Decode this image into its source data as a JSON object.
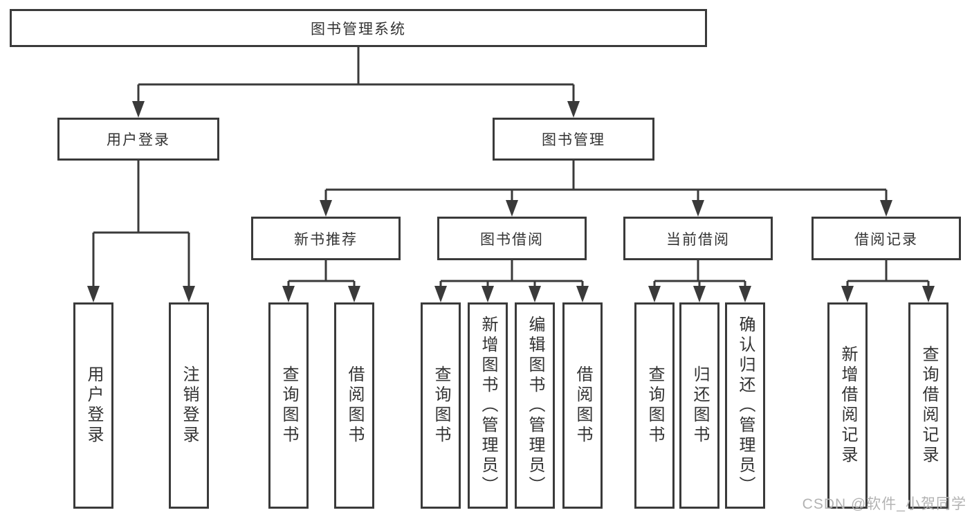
{
  "nodes": {
    "root": "图书管理系统",
    "level1": [
      "用户登录",
      "图书管理"
    ],
    "level2": [
      "新书推荐",
      "图书借阅",
      "当前借阅",
      "借阅记录"
    ],
    "leaves": {
      "user": [
        "用户登录",
        "注销登录"
      ],
      "recommend": [
        "查询图书",
        "借阅图书"
      ],
      "borrow": [
        "查询图书",
        "新增图书（管理员）",
        "编辑图书（管理员）",
        "借阅图书"
      ],
      "current": [
        "查询图书",
        "归还图书",
        "确认归还（管理员）"
      ],
      "records": [
        "新增借阅记录",
        "查询借阅记录"
      ]
    }
  },
  "watermark": {
    "text": "CSDN @软件_小贺同学"
  },
  "colors": {
    "line": "#3a3a3a",
    "text": "#333333",
    "watermark": "#b3b3b3",
    "background": "#ffffff"
  }
}
